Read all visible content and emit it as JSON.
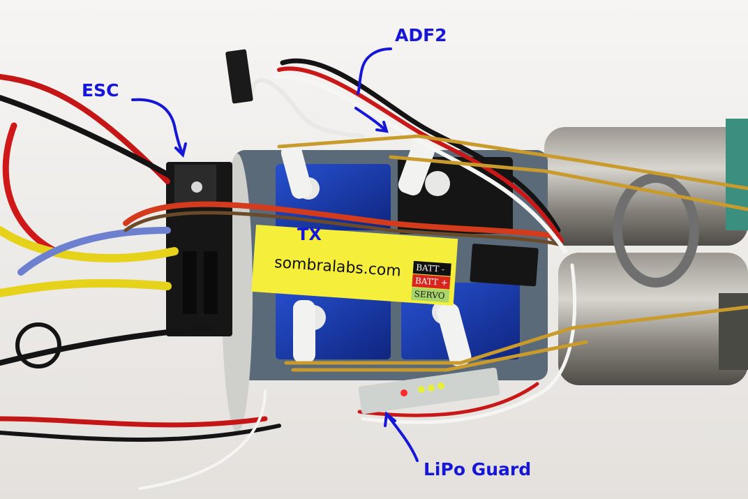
{
  "annotations": {
    "esc": "ESC",
    "adf2": "ADF2",
    "tx": "TX",
    "lipo_guard": "LiPo Guard"
  },
  "board_label": {
    "url": "sombralabs.com",
    "pins": [
      "BATT -",
      "BATT +",
      "SERVO"
    ]
  },
  "colors": {
    "annotation": "#1616d8",
    "label_sticker": "#f5ee3a",
    "servo_blue": "#1d3fae",
    "brass_rod": "#c99a2c",
    "background": "#f2f1ef"
  },
  "icons": [
    "servo-icon",
    "motor-icon",
    "led-icon",
    "arrow-icon"
  ]
}
